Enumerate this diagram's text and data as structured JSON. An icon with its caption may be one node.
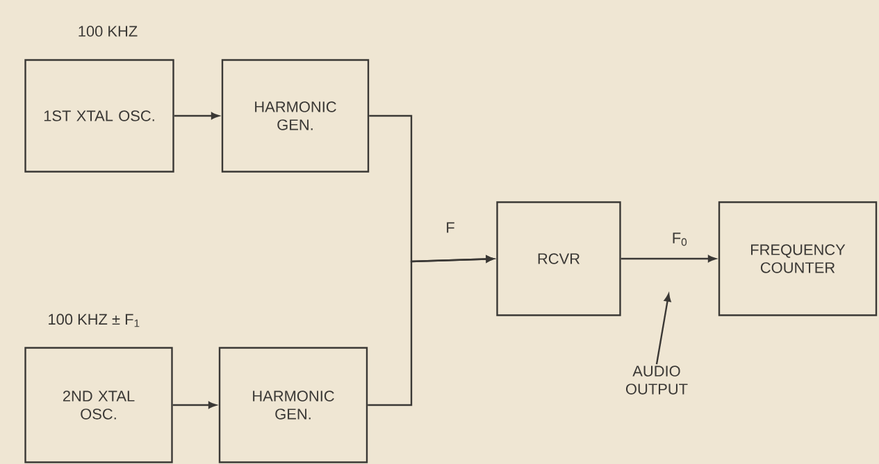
{
  "diagram": {
    "nodes": [
      {
        "text": [
          "1ST XTAL OSC."
        ],
        "beside": [
          "100 KHZ"
        ]
      },
      {
        "text": [
          "HARMONIC GEN."
        ]
      },
      {
        "text": [
          "2ND XTAL OSC."
        ],
        "beside": [
          "100 KHZ ± F$_{1}$"
        ]
      },
      {
        "text": [
          "HARMONIC GEN."
        ]
      },
      {
        "text": [
          "RCVR"
        ]
      },
      {
        "text": [
          "FREQUENCY COUNTER"
        ]
      },
      {
        "text": [
          "AUDIO OUTPUT"
        ]
      }
    ],
    "edges": [
      {
        "from": 0,
        "to": 1,
        "arrow": "to"
      },
      {
        "from": 1,
        "to": 4,
        "arrow": "to",
        "label": "F"
      },
      {
        "from": 3,
        "to": 4,
        "arrow": "to"
      },
      {
        "from": 2,
        "to": 3,
        "arrow": "to"
      },
      {
        "from": 4,
        "to": 5,
        "arrow": "to",
        "label": "F$_{0}$"
      },
      {
        "from": 6,
        "to": null,
        "arrow": "to"
      }
    ]
  }
}
